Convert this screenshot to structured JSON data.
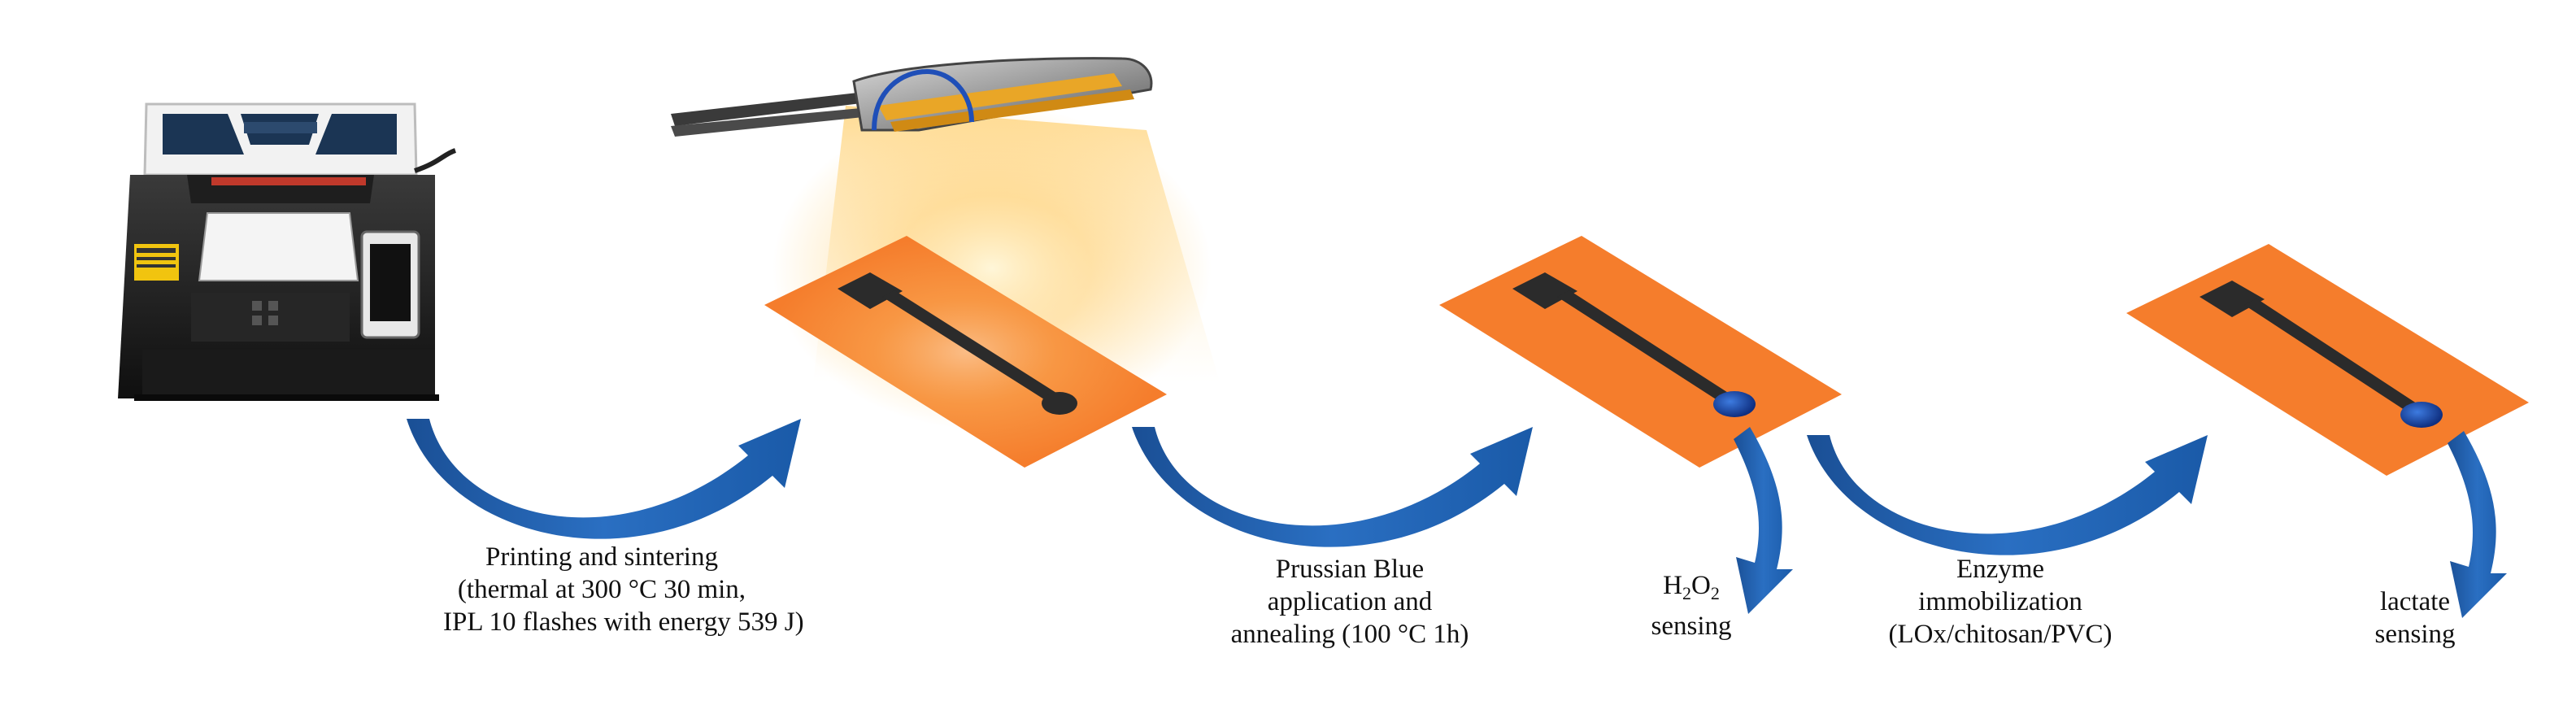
{
  "steps": [
    {
      "lines": [
        "Printing and sintering",
        "(thermal at 300 °C 30 min,",
        "IPL 10 flashes with energy 539 J)"
      ]
    },
    {
      "lines": [
        "Prussian Blue",
        "application and",
        "annealing  (100 °C 1h)"
      ]
    },
    {
      "lines": [
        "Enzyme",
        "immobilization",
        "(LOx/chitosan/PVC)"
      ]
    }
  ],
  "outputs": {
    "h2o2": {
      "h": "H",
      "two_a": "2",
      "o": "O",
      "two_b": "2",
      "line2": "sensing"
    },
    "lactate": {
      "line1": "lactate",
      "line2": "sensing"
    }
  },
  "colors": {
    "substrate": "#f57d2c",
    "electrode": "#2b2b2b",
    "prussian_blue": "#1f4fb8",
    "arrow": "#1f5fad",
    "light_glow": "#ffd27a"
  },
  "icons": [
    "printer-icon",
    "ipl-lamp-icon",
    "curved-arrow-icon"
  ]
}
